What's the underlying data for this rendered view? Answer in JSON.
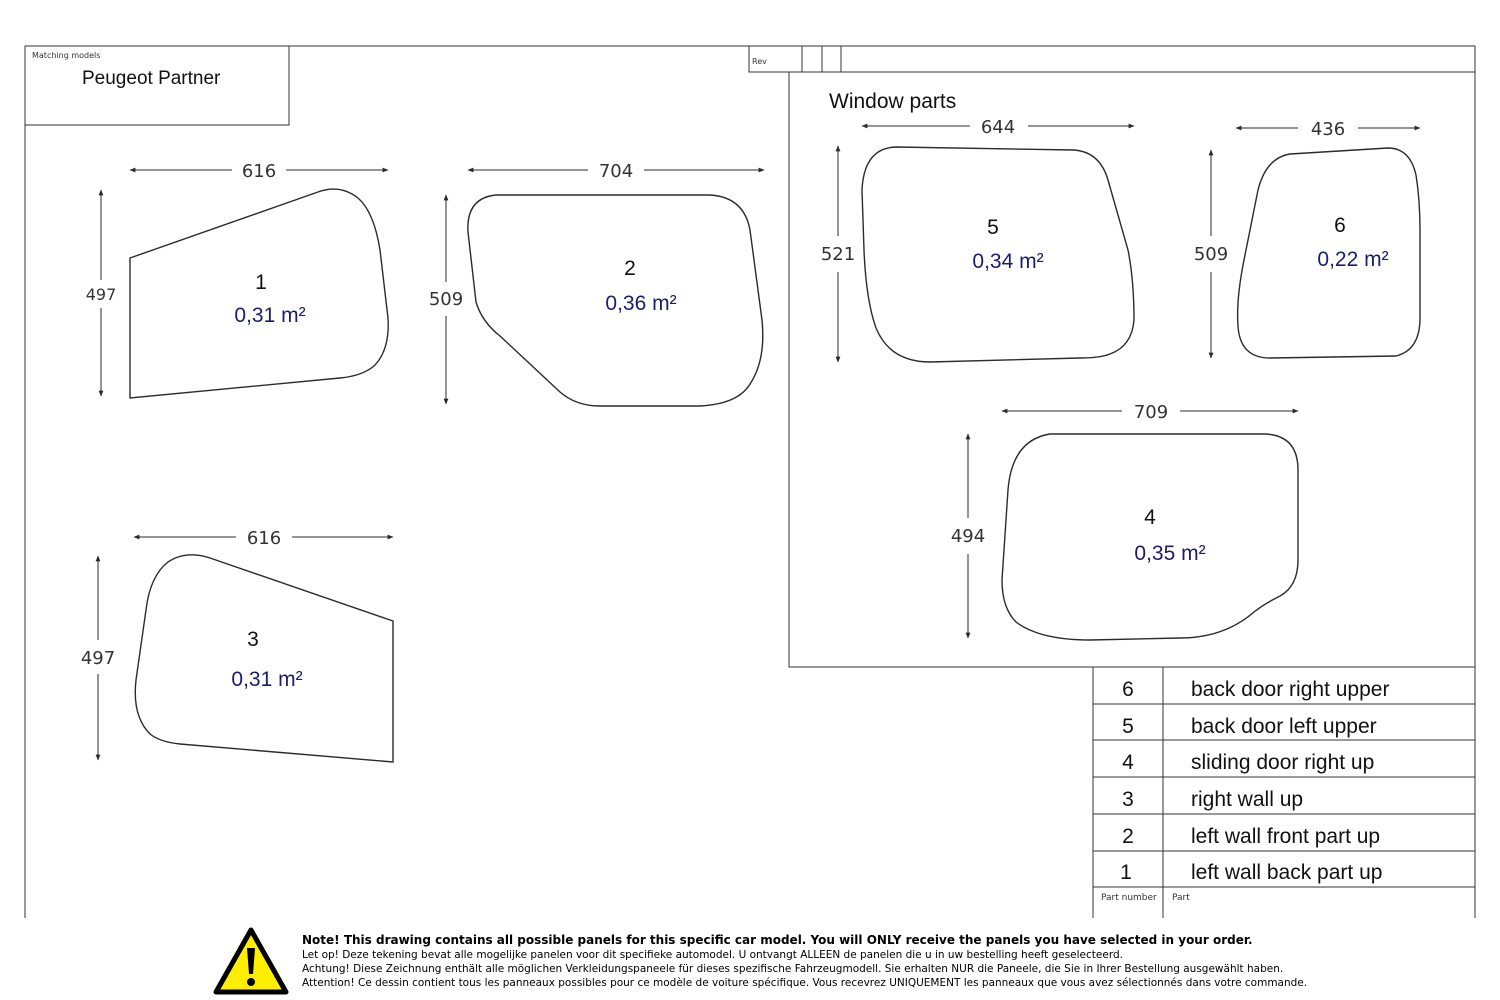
{
  "title_block": {
    "caption": "Matching models",
    "model": "Peugeot Partner",
    "rev_label": "Rev"
  },
  "section_title": "Window parts",
  "panels": [
    {
      "id": "panel-1",
      "number": "1",
      "area": "0,31 m²",
      "width": "616",
      "height": "497"
    },
    {
      "id": "panel-2",
      "number": "2",
      "area": "0,36 m²",
      "width": "704",
      "height": "509"
    },
    {
      "id": "panel-3",
      "number": "3",
      "area": "0,31 m²",
      "width": "616",
      "height": "497"
    },
    {
      "id": "panel-5",
      "number": "5",
      "area": "0,34 m²",
      "width": "644",
      "height": "521"
    },
    {
      "id": "panel-6",
      "number": "6",
      "area": "0,22 m²",
      "width": "436",
      "height": "509"
    },
    {
      "id": "panel-4",
      "number": "4",
      "area": "0,35 m²",
      "width": "709",
      "height": "494"
    }
  ],
  "parts_table": {
    "header_number": "Part number",
    "header_part": "Part",
    "rows": [
      {
        "number": "6",
        "name": "back door right upper"
      },
      {
        "number": "5",
        "name": "back door left upper"
      },
      {
        "number": "4",
        "name": "sliding door right up"
      },
      {
        "number": "3",
        "name": "right wall up"
      },
      {
        "number": "2",
        "name": "left wall front part up"
      },
      {
        "number": "1",
        "name": "left wall back part up"
      }
    ]
  },
  "notice": {
    "main": "Note! This drawing contains all possible panels for this specific car model. You will ONLY receive the panels you have selected in your order.",
    "nl": "Let op! Deze tekening bevat alle mogelijke panelen voor dit specifieke automodel. U ontvangt ALLEEN de panelen die u in uw bestelling heeft geselecteerd.",
    "de": "Achtung! Diese Zeichnung enthält alle möglichen Verkleidungspaneele für dieses spezifische Fahrzeugmodell. Sie erhalten NUR die Paneele, die Sie in Ihrer Bestellung ausgewählt haben.",
    "fr": "Attention! Ce dessin contient tous les panneaux possibles pour ce modèle de voiture spécifique. Vous recevrez UNIQUEMENT les panneaux que vous avez sélectionnés dans votre commande."
  },
  "colors": {
    "line": "#2b2b2b",
    "area_text": "#1c1c6e",
    "warning_fill": "#ffee00"
  },
  "icons": {
    "warning": "warning-triangle-icon"
  }
}
